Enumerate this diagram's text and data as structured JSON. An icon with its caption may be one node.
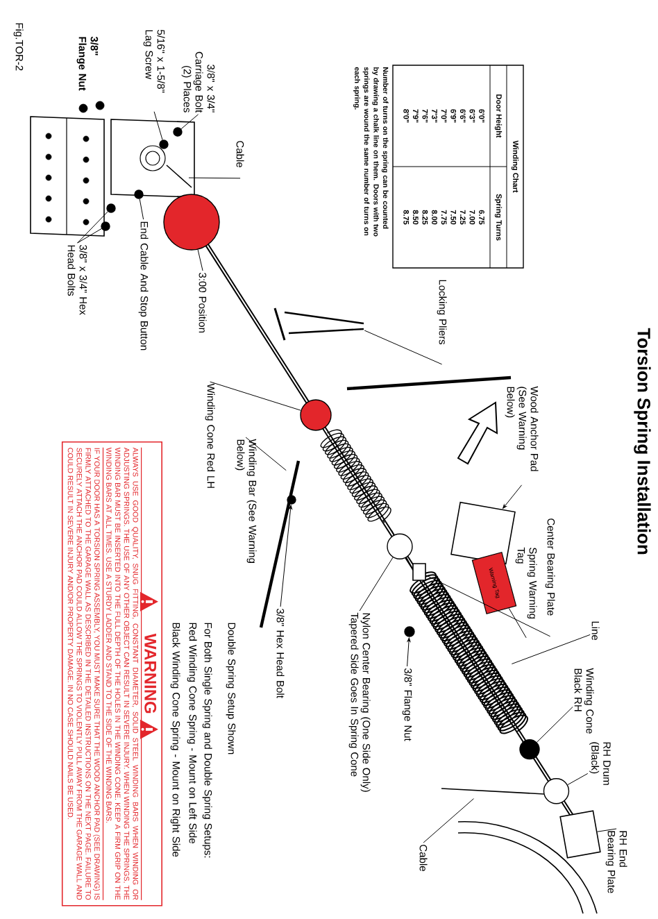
{
  "diagram": {
    "title": "Torsion Spring Installation",
    "nodes": [
      {
        "text": [
          "3/8\" x 3/4\" Carriage Bolt (2) Places"
        ]
      },
      {
        "text": [
          "5/16\" x 1-5/8\" Lag Screw"
        ]
      },
      {
        "text": [
          "Cable"
        ]
      },
      {
        "text": [
          "End Cable And Stop Button"
        ]
      },
      {
        "text": [
          "3/8\" x 3/4\" Hex Head Bolts"
        ]
      },
      {
        "text": [
          "3:00 Position"
        ]
      },
      {
        "text": [
          "Winding Cone Red LH"
        ]
      },
      {
        "text": [
          "Winding Bar (See Warning Below)"
        ]
      },
      {
        "text": [
          "Locking Pliers"
        ]
      },
      {
        "text": [
          "Wood Anchor Pad (See Warning Below)"
        ]
      },
      {
        "text": [
          "Center Bearing Plate"
        ]
      },
      {
        "text": [
          "Spring Warning Tag"
        ]
      },
      {
        "text": [
          "Line"
        ]
      },
      {
        "text": [
          "Winding Cone Black RH"
        ]
      },
      {
        "text": [
          "RH Drum (Black)"
        ]
      },
      {
        "text": [
          "RH End Bearing Plate"
        ]
      },
      {
        "text": [
          "Cable"
        ]
      },
      {
        "text": [
          "Nylon Center Bearing (One Side Only) Tapered Side Goes In Spring Cone"
        ]
      },
      {
        "text": [
          "3/8\" Flange Nut"
        ]
      },
      {
        "text": [
          "3/8\" Hex Head Bolt"
        ]
      },
      {
        "text": [
          "WARNING",
          "ALWAYS USE GOOD QUALITY, SNUG FITTING, CONSTANT DIAMETER, SOLID STEEL WINDING BARS WHEN WINDING OR ADJUSTING SPRINGS. THE USE OF ANY OTHER OBJECT CAN RESULT IN SEVERE INJURY. WHEN WINDING THE SPRINGS, THE WINDING BAR MUST BE INSERTED INTO THE FULL DEPTH OF THE HOLES IN THE WINDING CONE. KEEP A FIRM GRIP ON THE WINDING BARS AT ALL TIMES. USE A STURDY LADDER AND STAND TO THE SIDE OF THE WINDING BARS.",
          "IF YOUR DOOR HAS A TORSION SPRING ASSEMBLY, YOU MUST MAKE SURE THAT THE WOOD ANCHOR PAD (SEE DRAWING) IS FIRMLY ATTACHED TO THE GARAGE WALL AS DESCRIBED IN THE DETAILED INSTRUCTIONS ON THE NEXT PAGE. FAILURE TO SECURELY ATTACH THE ANCHOR PAD COULD ALLOW THE SPRINGS TO VIOLENTLY PULL AWAY FROM THE GARAGE WALL AND COULD RESULT IN SEVERE INJURY AND/OR PROPERTY DAMAGE. IN NO CASE SHOULD NAILS BE USED."
        ]
      },
      {
        "text": [],
        "shape": "circle"
      },
      {
        "text": [],
        "shape": "circle"
      },
      {
        "text": [],
        "shape": "circle"
      },
      {
        "text": [],
        "shape": "circle"
      },
      {
        "text": [],
        "shape": "circle"
      },
      {
        "text": [],
        "shape": "circle"
      },
      {
        "text": [],
        "shape": "circle"
      },
      {
        "text": [],
        "shape": "circle"
      },
      {
        "text": [],
        "shape": "circle"
      },
      {
        "text": [],
        "shape": "circle"
      },
      {
        "text": [],
        "shape": "circle"
      },
      {
        "text": [],
        "shape": "circle"
      },
      {
        "text": [],
        "shape": "box"
      },
      {
        "text": [],
        "shape": "box"
      },
      {
        "text": [],
        "shape": "box"
      },
      {
        "text": [
          "Warning Tag"
        ]
      }
    ],
    "edges": [
      {
        "from": 0,
        "to": 21,
        "arrow": "none"
      },
      {
        "from": 1,
        "to": 22,
        "arrow": "none"
      },
      {
        "from": 2,
        "to": null,
        "arrow": "none"
      },
      {
        "from": 3,
        "to": 23,
        "arrow": "none"
      },
      {
        "from": 4,
        "to": 24,
        "arrow": "none"
      },
      {
        "from": 4,
        "to": 25,
        "arrow": "none"
      },
      {
        "from": 5,
        "to": 26,
        "arrow": "none"
      },
      {
        "from": 6,
        "to": 27,
        "arrow": "none"
      },
      {
        "from": 7,
        "to": null,
        "arrow": "none"
      },
      {
        "from": 8,
        "to": null,
        "arrow": "none"
      },
      {
        "from": 9,
        "to": 35,
        "arrow": "to"
      },
      {
        "from": 10,
        "to": 33,
        "arrow": "none"
      },
      {
        "from": 11,
        "to": 36,
        "arrow": "none"
      },
      {
        "from": 12,
        "to": null,
        "arrow": "none"
      },
      {
        "from": 13,
        "to": 29,
        "arrow": "none"
      },
      {
        "from": 14,
        "to": 30,
        "arrow": "none"
      },
      {
        "from": 15,
        "to": 34,
        "arrow": "none"
      },
      {
        "from": 16,
        "to": null,
        "arrow": "none"
      },
      {
        "from": 17,
        "to": 28,
        "arrow": "none"
      },
      {
        "from": 18,
        "to": 31,
        "arrow": "to"
      },
      {
        "from": 19,
        "to": 32,
        "arrow": "to"
      }
    ],
    "labels": [
      "3/8\" Flange Nut",
      "Fig.TOR-2",
      "Winding Chart",
      "Door Height",
      "Spring Turns",
      "6'0\"",
      "6.75",
      "6'3\"",
      "7.00",
      "6'6\"",
      "7.25",
      "6'9\"",
      "7.50",
      "7'0\"",
      "7.75",
      "7'3\"",
      "8.00",
      "7'6\"",
      "8.25",
      "7'9\"",
      "8.50",
      "8'0\"",
      "8.75",
      "Number of turns on the spring can be counted by drawing a chalk line on them. Doors with two springs are wound the same number of turns on each spring.",
      "Double Spring Setup Shown",
      "For Both Single Spring and Double Spring Setups:",
      "Red Winding Cone Spring - Mount on Left Side",
      "Black Winding Cone Spring - Mount on Right Side"
    ]
  }
}
